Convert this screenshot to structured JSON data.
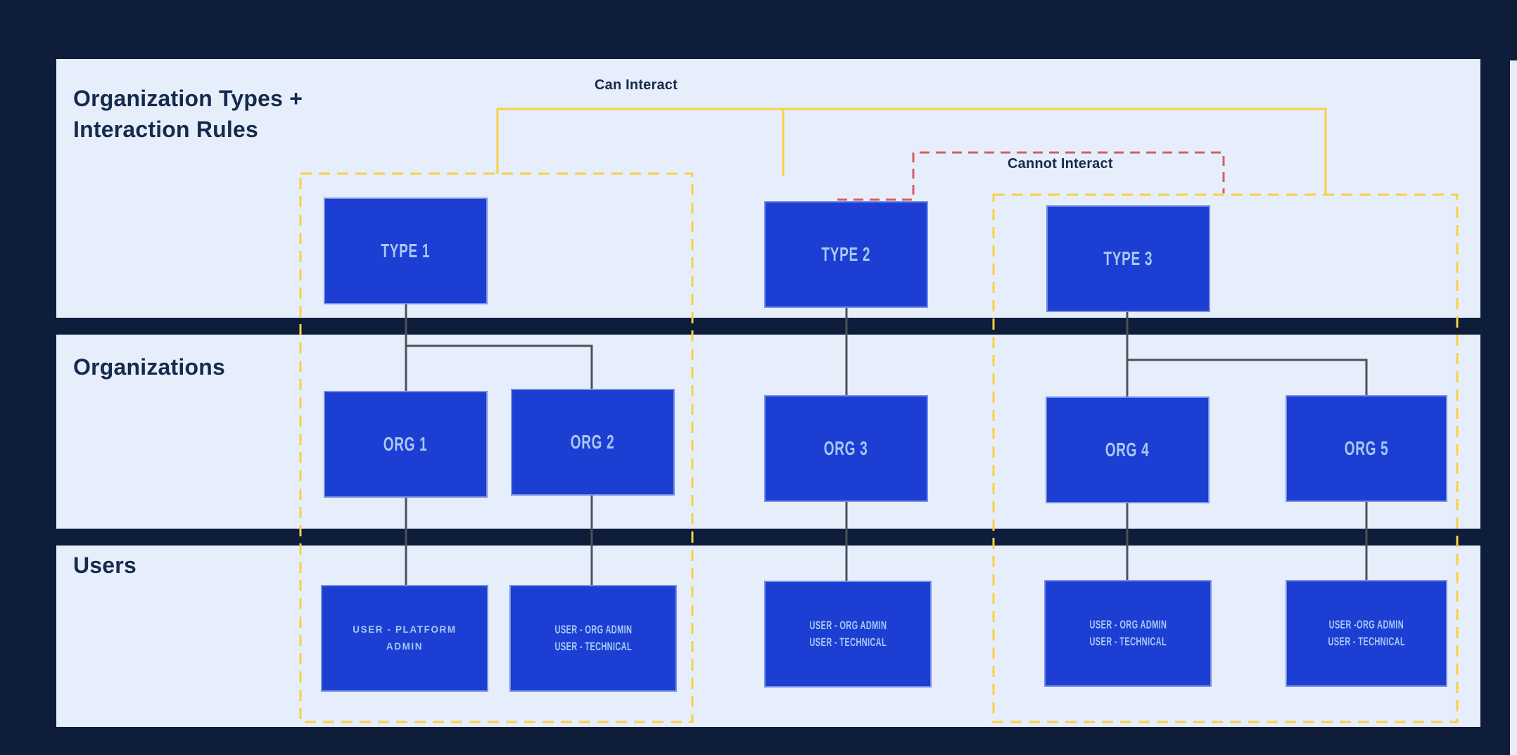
{
  "sections": {
    "types": {
      "title_line1": "Organization Types +",
      "title_line2": "Interaction Rules"
    },
    "organizations": {
      "label": "Organizations"
    },
    "users": {
      "label": "Users"
    }
  },
  "legend": {
    "can_interact": "Can Interact",
    "cannot_interact": "Cannot Interact"
  },
  "type_boxes": [
    {
      "label": "TYPE 1"
    },
    {
      "label": "TYPE 2"
    },
    {
      "label": "TYPE 3"
    }
  ],
  "org_boxes": [
    {
      "label": "ORG 1"
    },
    {
      "label": "ORG 2"
    },
    {
      "label": "ORG 3"
    },
    {
      "label": "ORG 4"
    },
    {
      "label": "ORG 5"
    }
  ],
  "user_boxes": [
    {
      "lines": [
        "USER - PLATFORM",
        "ADMIN"
      ]
    },
    {
      "lines": [
        "USER - ORG ADMIN",
        "USER - TECHNICAL"
      ]
    },
    {
      "lines": [
        "USER - ORG ADMIN",
        "USER - TECHNICAL"
      ]
    },
    {
      "lines": [
        "USER - ORG ADMIN",
        "USER - TECHNICAL"
      ]
    },
    {
      "lines": [
        "USER -ORG  ADMIN",
        "USER - TECHNICAL"
      ]
    }
  ],
  "colors": {
    "background": "#0d1d3a",
    "band": "#e7eefb",
    "box_fill": "#1c3ed3",
    "box_text": "#a9c8f3",
    "can_interact_line": "#f6d244",
    "cannot_interact_line": "#d45f5f",
    "connector_line": "#4a5258",
    "heading_text": "#152a4d"
  }
}
